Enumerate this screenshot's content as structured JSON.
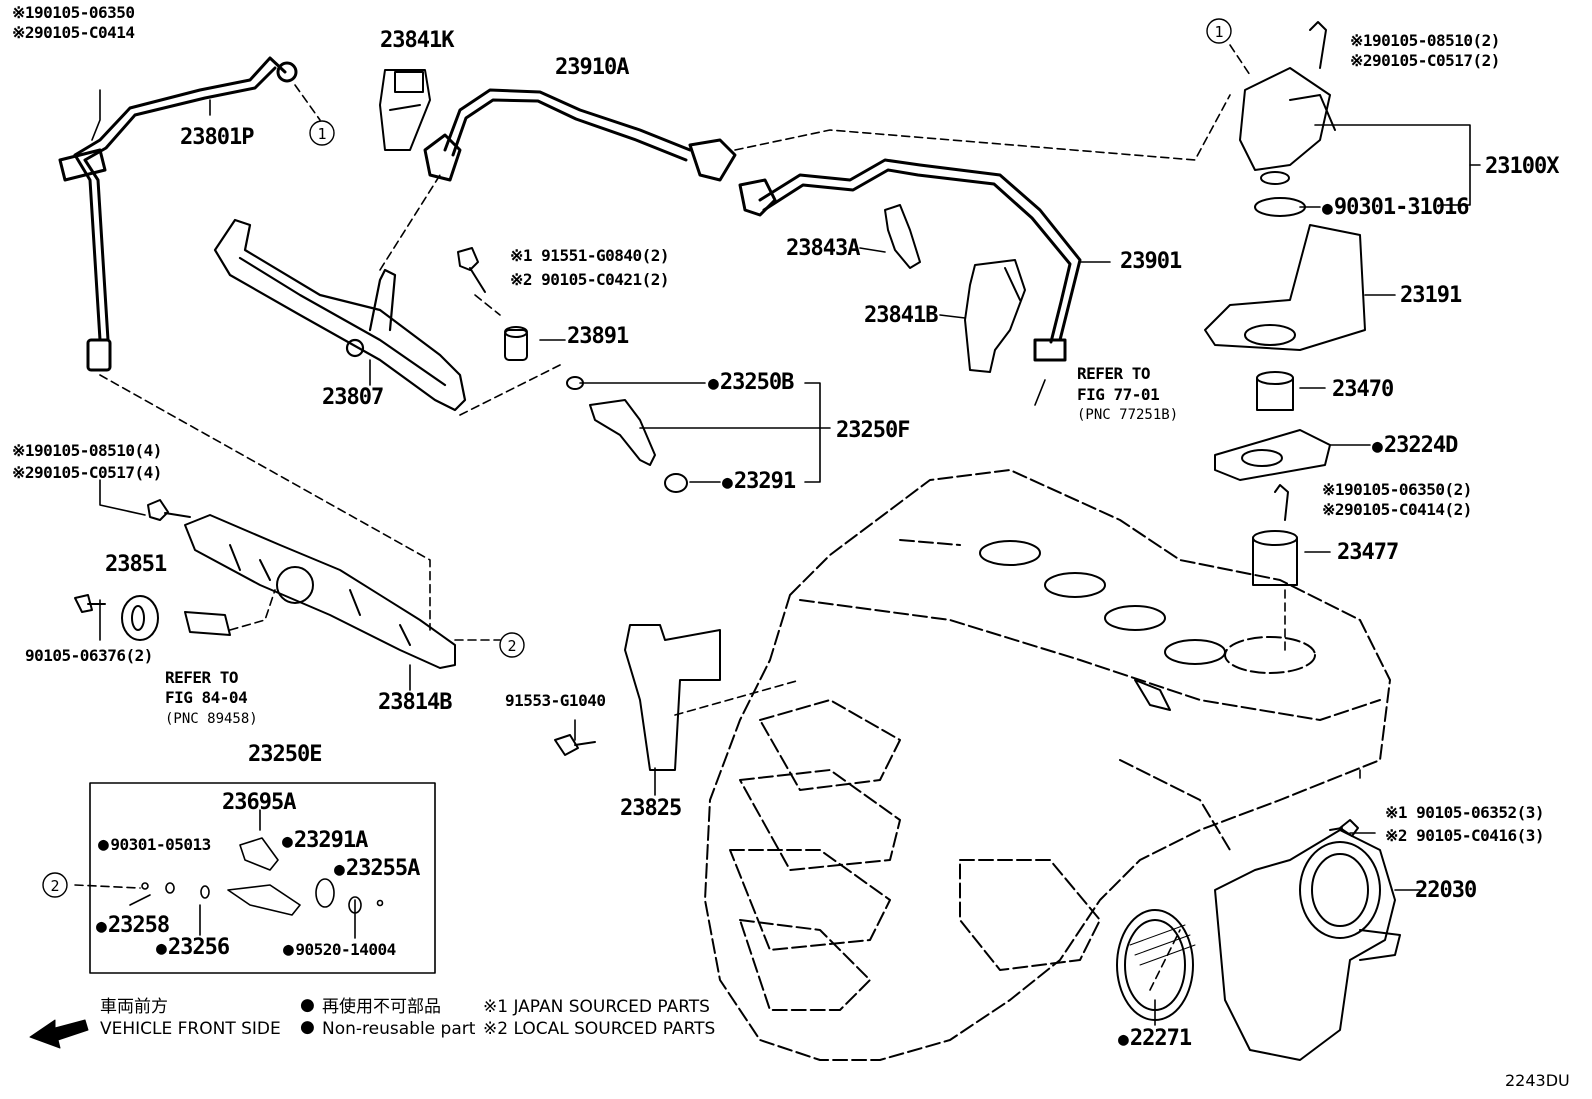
{
  "diagram_code": "2243DU",
  "callouts": {
    "c23801p": "23801P",
    "c23841k": "23841K",
    "c23910a": "23910A",
    "c23100x": "23100X",
    "c90301_31016": "90301-31016",
    "c23191": "23191",
    "c23470": "23470",
    "c23224d": "23224D",
    "c23477": "23477",
    "c23843a": "23843A",
    "c23901": "23901",
    "c23841b": "23841B",
    "c23891": "23891",
    "c23807": "23807",
    "c23250b": "23250B",
    "c23250f": "23250F",
    "c23291": "23291",
    "c23851": "23851",
    "c90105_06376": "90105-06376(2)",
    "c23814b": "23814B",
    "c91553_g1040": "91553-G1040",
    "c23825": "23825",
    "c23250e": "23250E",
    "c23695a": "23695A",
    "c90301_05013": "90301-05013",
    "c23291a": "23291A",
    "c23255a": "23255A",
    "c23258": "23258",
    "c23256": "23256",
    "c90520_14004": "90520-14004",
    "c22030": "22030",
    "c22271": "22271"
  },
  "bolt_notes": {
    "top_left": [
      "※190105-06350",
      "※290105-C0414"
    ],
    "top_right": [
      "※190105-08510(2)",
      "※290105-C0517(2)"
    ],
    "rail_bolt": [
      "※1 91551-G0840(2)",
      "※2 90105-C0421(2)"
    ],
    "left_mid": [
      "※190105-08510(4)",
      "※290105-C0517(4)"
    ],
    "right_mid": [
      "※190105-06350(2)",
      "※290105-C0414(2)"
    ],
    "throttle": [
      "※1 90105-06352(3)",
      "※2 90105-C0416(3)"
    ]
  },
  "references": {
    "ref1": [
      "REFER TO",
      "FIG 77-01",
      "(PNC 77251B)"
    ],
    "ref2": [
      "REFER TO",
      "FIG 84-04",
      "(PNC 89458)"
    ]
  },
  "circle_marks": {
    "one": "1",
    "two": "2"
  },
  "legend": {
    "front_jp": "車両前方",
    "front_en": "VEHICLE FRONT SIDE",
    "nonreuse_jp": "再使用不可部品",
    "nonreuse_en": "Non-reusable part",
    "note1": "※1 JAPAN SOURCED PARTS",
    "note2": "※2 LOCAL SOURCED PARTS"
  }
}
